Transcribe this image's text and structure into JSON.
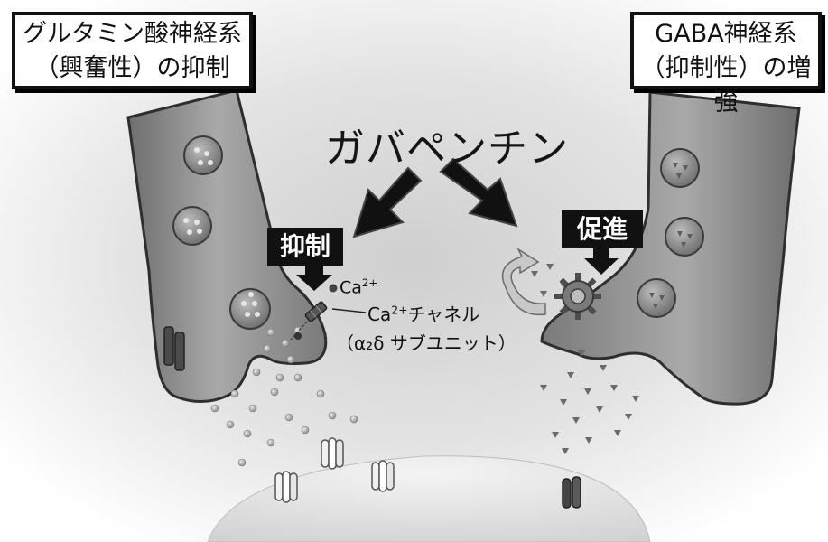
{
  "left_box": {
    "line1": "グルタミン酸神経系",
    "line2": "（興奮性）の抑制"
  },
  "right_box": {
    "line1": "GABA神経系",
    "line2": "（抑制性）の増強"
  },
  "drug_name": "ガバペンチン",
  "inhibit_tag": "抑制",
  "promote_tag": "促進",
  "ca_ion": {
    "base": "Ca",
    "sup": "2+"
  },
  "channel_label": {
    "base": "Ca",
    "sup": "2+",
    "rest": "チャネル"
  },
  "subunit_label": "（α₂δ サブユニット）",
  "colors": {
    "neuron_fill": "#8e8e8e",
    "neuron_edge": "#3a3a3a",
    "background": "#ffffff",
    "tag_bg": "#111111"
  }
}
